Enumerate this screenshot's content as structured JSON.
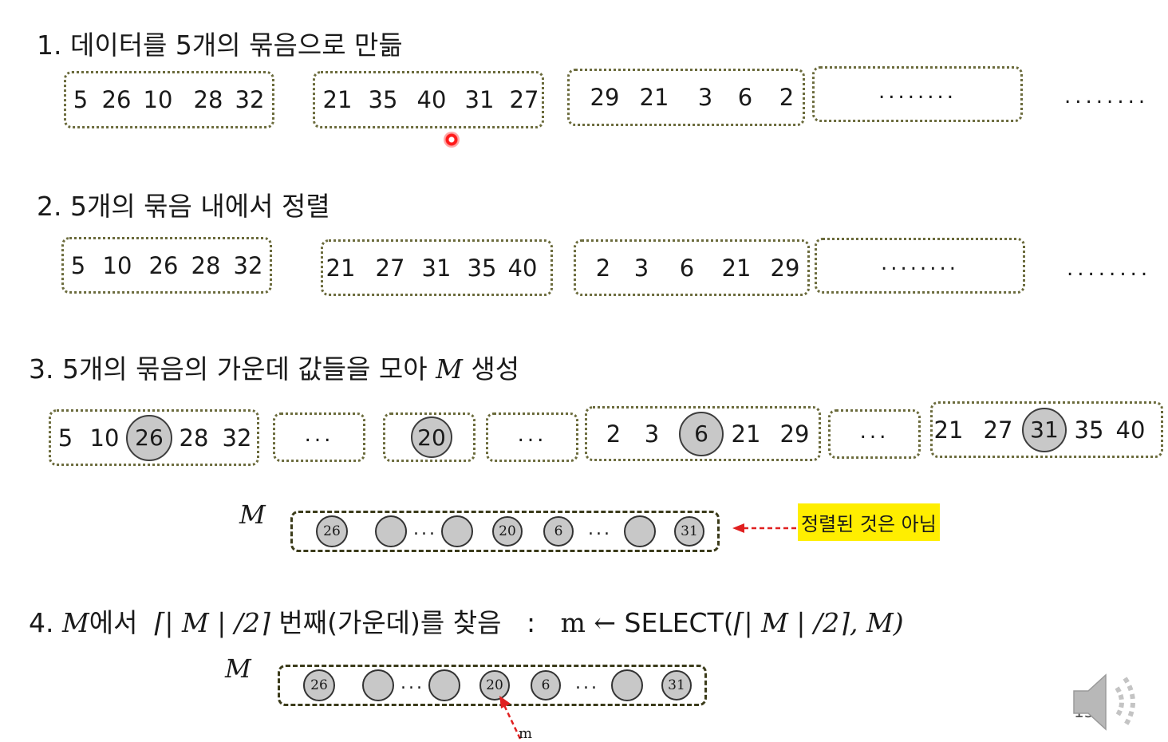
{
  "steps": {
    "s1": "1. 데이터를 5개의 묶음으로 만듦",
    "s2": "2. 5개의 묶음 내에서 정렬",
    "s3_pre": "3. 5개의 묶음의 가운데 값들을 모아 ",
    "s3_m": "M",
    "s3_post": " 생성",
    "s4_num": "4. ",
    "s4_m": "M",
    "s4_mid": "에서",
    "s4_expr": "⌈| M | /2⌉",
    "s4_post": "번째(가운데)를 찾음",
    "s4_colon": ":",
    "s4_lhs": "m ←",
    "s4_select": "SELECT(",
    "s4_args": "⌈| M | /2⌉, M)"
  },
  "row1": {
    "g1": [
      "5",
      "26",
      "10",
      "28",
      "32"
    ],
    "g2": [
      "21",
      "35",
      "40",
      "31",
      "27"
    ],
    "g3": [
      "29",
      "21",
      "3",
      "6",
      "2"
    ],
    "box_dots": "........",
    "tail_dots": "........"
  },
  "row2": {
    "g1": [
      "5",
      "10",
      "26",
      "28",
      "32"
    ],
    "g2": [
      "21",
      "27",
      "31",
      "35",
      "40"
    ],
    "g3": [
      "2",
      "3",
      "6",
      "21",
      "29"
    ],
    "box_dots": "........",
    "tail_dots": "........"
  },
  "row3": {
    "g1": [
      "5",
      "10",
      "26",
      "28",
      "32"
    ],
    "gap1": "...",
    "mid": "20",
    "gap2": "...",
    "g2": [
      "2",
      "3",
      "6",
      "21",
      "29"
    ],
    "gap3": "...",
    "g3": [
      "21",
      "27",
      "31",
      "35",
      "40"
    ]
  },
  "m_row": {
    "label": "M",
    "c1": "26",
    "c4": "20",
    "c5": "6",
    "c7": "31",
    "dots_a": "...",
    "dots_b": "...",
    "note": "정렬된 것은 아님"
  },
  "m_row2": {
    "label": "M",
    "c1": "26",
    "c4": "20",
    "c5": "6",
    "c7": "31",
    "dots_a": "...",
    "dots_b": "...",
    "pointer_label": "m"
  },
  "page_number": "15",
  "colors": {
    "highlight": "#ffee00",
    "arrow": "#e02020",
    "circle_fill": "#c8c8c8"
  },
  "icons": {
    "speaker": "speaker-icon",
    "laser": "laser-pointer-icon"
  }
}
